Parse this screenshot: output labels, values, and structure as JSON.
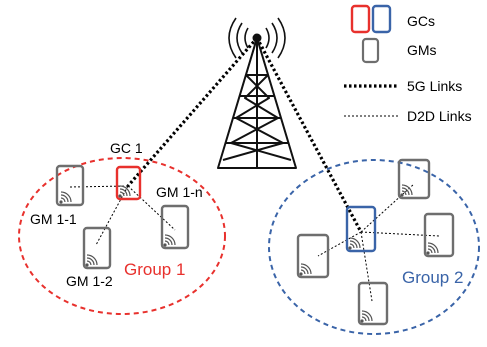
{
  "legend": {
    "gc_label": "GCs",
    "gm_label": "GMs",
    "link_5g_label": "5G Links",
    "link_d2d_label": "D2D Links"
  },
  "groups": [
    {
      "label": "Group 1",
      "color": "#e8312d"
    },
    {
      "label": "Group 2",
      "color": "#3a64a8"
    }
  ],
  "devices": {
    "gc1": "GC 1",
    "gm_1_1": "GM 1-1",
    "gm_1_2": "GM 1-2",
    "gm_1_n": "GM 1-n"
  },
  "colors": {
    "gc_group1": "#e8312d",
    "gc_group2": "#3a64a8",
    "gm": "#6e6e6e",
    "tower": "#111111",
    "wifi": "#555555"
  },
  "icons": [
    "cell-tower-icon",
    "smartphone-icon",
    "wifi-signal-icon"
  ]
}
